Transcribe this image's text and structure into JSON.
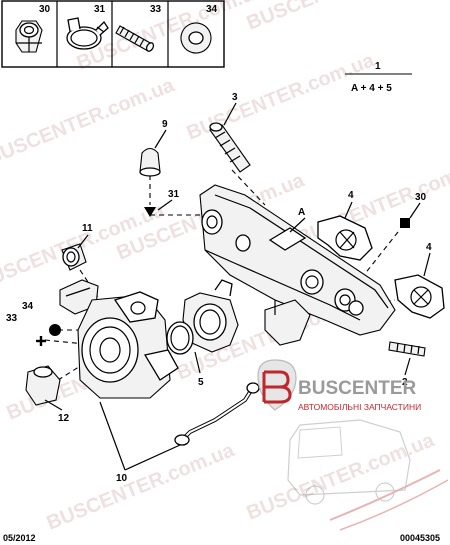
{
  "legend_parts": [
    {
      "number": "30",
      "icon": "nut-icon"
    },
    {
      "number": "31",
      "icon": "hose-clamp-icon"
    },
    {
      "number": "33",
      "icon": "stud-screw-icon"
    },
    {
      "number": "34",
      "icon": "washer-icon"
    }
  ],
  "assembly": {
    "number": "1",
    "formula": "A + 4 + 5"
  },
  "callouts": {
    "c2": "2",
    "c3": "3",
    "c4a": "4",
    "c4b": "4",
    "c5": "5",
    "c9": "9",
    "c10": "10",
    "c11": "11",
    "c12": "12",
    "c30": "30",
    "c31": "31",
    "c33": "33",
    "c34": "34",
    "cA": "A"
  },
  "logo": {
    "name": "BUSCENTER",
    "tagline": "АВТОМОБІЛЬНІ ЗАПЧАСТИНИ"
  },
  "watermark": "BUSCENTER.com.ua",
  "footer": {
    "date": "05/2012",
    "code": "00045305"
  },
  "colors": {
    "logo_red": "#c0272d",
    "watermark": "#e3c9c9"
  }
}
